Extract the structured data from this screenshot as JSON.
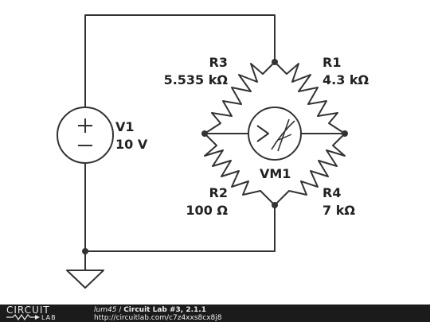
{
  "components": {
    "v1": {
      "name": "V1",
      "value": "10 V"
    },
    "r1": {
      "name": "R1",
      "value": "4.3 kΩ"
    },
    "r2": {
      "name": "R2",
      "value": "100 Ω"
    },
    "r3": {
      "name": "R3",
      "value": "5.535 kΩ"
    },
    "r4": {
      "name": "R4",
      "value": "7 kΩ"
    },
    "vm1": {
      "name": "VM1"
    }
  },
  "footer": {
    "logo_top": "CIRCUIT",
    "logo_bottom": "LAB",
    "user": "lum45",
    "separator": " / ",
    "circuit_name": "Circuit Lab #3, 2.1.1",
    "url": "http://circuitlab.com/c7z4xxs8cx8j8"
  },
  "icons": [
    "voltage-source-icon",
    "resistor-icon",
    "voltmeter-icon",
    "ground-icon",
    "circuitlab-logo-icon"
  ],
  "colors": {
    "wire": "#333333",
    "footer_bg": "#1b1b1b",
    "footer_text": "#f0f0f0"
  }
}
